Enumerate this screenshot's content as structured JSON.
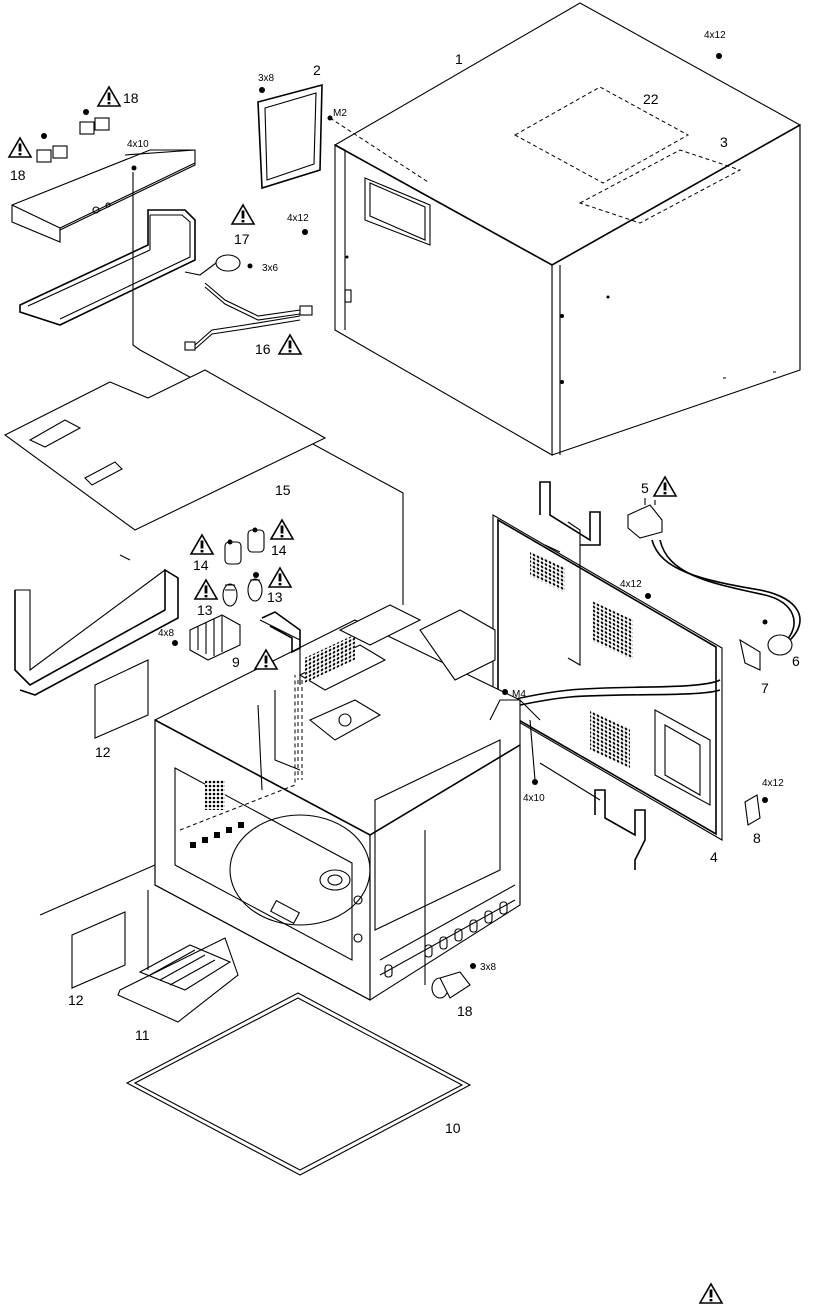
{
  "parts": [
    {
      "id": "part-1",
      "label": "1"
    },
    {
      "id": "part-2",
      "label": "2"
    },
    {
      "id": "part-3",
      "label": "3"
    },
    {
      "id": "part-4",
      "label": "4"
    },
    {
      "id": "part-5",
      "label": "5"
    },
    {
      "id": "part-6",
      "label": "6"
    },
    {
      "id": "part-7",
      "label": "7"
    },
    {
      "id": "part-8",
      "label": "8"
    },
    {
      "id": "part-9",
      "label": "9"
    },
    {
      "id": "part-10",
      "label": "10"
    },
    {
      "id": "part-11",
      "label": "11"
    },
    {
      "id": "part-12a",
      "label": "12"
    },
    {
      "id": "part-12b",
      "label": "12"
    },
    {
      "id": "part-13a",
      "label": "13"
    },
    {
      "id": "part-13b",
      "label": "13"
    },
    {
      "id": "part-14a",
      "label": "14"
    },
    {
      "id": "part-14b",
      "label": "14"
    },
    {
      "id": "part-15",
      "label": "15"
    },
    {
      "id": "part-16",
      "label": "16"
    },
    {
      "id": "part-17",
      "label": "17"
    },
    {
      "id": "part-18a",
      "label": "18"
    },
    {
      "id": "part-18b",
      "label": "18"
    },
    {
      "id": "part-18c",
      "label": "18"
    },
    {
      "id": "part-22",
      "label": "22"
    }
  ],
  "screws": [
    {
      "id": "screw-4x12-top",
      "label": "4x12"
    },
    {
      "id": "screw-3x8-top",
      "label": "3x8"
    },
    {
      "id": "screw-m2",
      "label": "M2"
    },
    {
      "id": "screw-4x10-top",
      "label": "4x10"
    },
    {
      "id": "screw-4x12-mid",
      "label": "4x12"
    },
    {
      "id": "screw-3x6",
      "label": "3x6"
    },
    {
      "id": "screw-4x12-rear",
      "label": "4x12"
    },
    {
      "id": "screw-4x8",
      "label": "4x8"
    },
    {
      "id": "screw-m4",
      "label": "M4"
    },
    {
      "id": "screw-4x10-mid",
      "label": "4x10"
    },
    {
      "id": "screw-4x12-bracket",
      "label": "4x12"
    },
    {
      "id": "screw-3x8-bottom",
      "label": "3x8"
    }
  ]
}
